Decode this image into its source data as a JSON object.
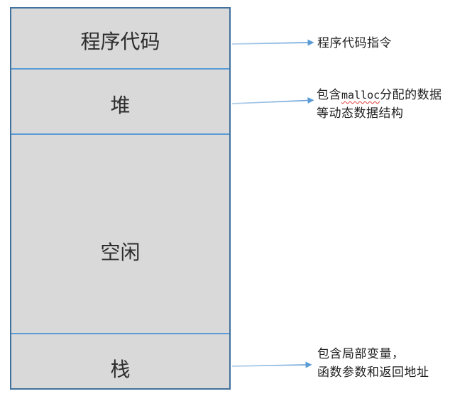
{
  "colors": {
    "background": "#ffffff",
    "box_fill": "#d9d9d9",
    "box_border": "#41719c",
    "divider": "#5b9bd5",
    "arrow_line_start": "#b3cfeb",
    "arrow_line_end": "#6ba2d8",
    "arrow_head": "#5b9bd5",
    "label_text": "#2d2d2d",
    "annotation_text": "#1f1f1f",
    "spellcheck_underline": "#e53935"
  },
  "memory_diagram": {
    "sections": [
      {
        "id": "program-code",
        "label": "程序代码"
      },
      {
        "id": "heap",
        "label": "堆"
      },
      {
        "id": "free",
        "label": "空闲"
      },
      {
        "id": "stack",
        "label": "栈"
      }
    ],
    "annotations": {
      "program_code": {
        "line1": "程序代码指令"
      },
      "heap": {
        "line1_prefix": "包含",
        "line1_code": "malloc",
        "line1_suffix": "分配的数据",
        "line2": "等动态数据结构"
      },
      "stack": {
        "line1": "包含局部变量，",
        "line2": "函数参数和返回地址"
      }
    }
  }
}
